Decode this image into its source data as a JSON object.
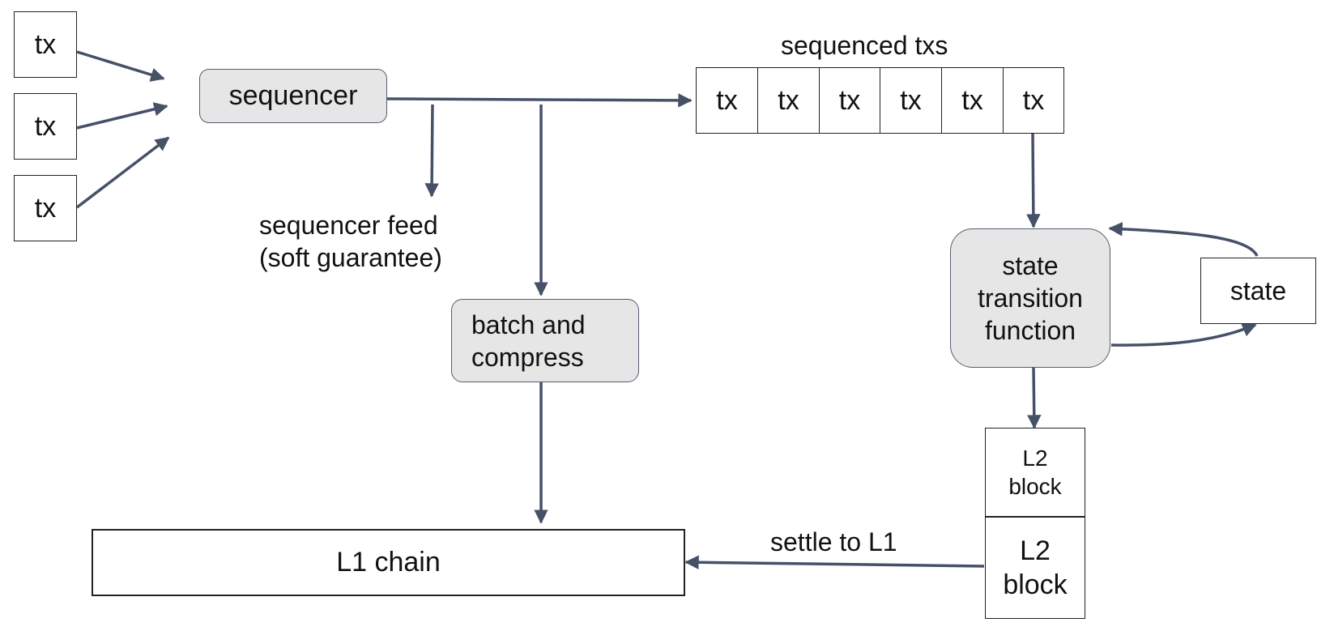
{
  "inputs": {
    "tx1": "tx",
    "tx2": "tx",
    "tx3": "tx"
  },
  "sequencer": {
    "label": "sequencer"
  },
  "sequenced": {
    "title": "sequenced txs",
    "items": [
      "tx",
      "tx",
      "tx",
      "tx",
      "tx",
      "tx"
    ]
  },
  "feed": {
    "line1": "sequencer feed",
    "line2": "(soft guarantee)"
  },
  "batch": {
    "line1": "batch and",
    "line2": "compress"
  },
  "stf": {
    "line1": "state",
    "line2": "transition",
    "line3": "function"
  },
  "state": {
    "label": "state"
  },
  "l2_block_top": {
    "line1": "L2",
    "line2": "block"
  },
  "l2_block_bottom": {
    "line1": "L2",
    "line2": "block"
  },
  "l1": {
    "label": "L1 chain"
  },
  "settle": {
    "label": "settle to L1"
  },
  "colors": {
    "arrow": "#465168",
    "node_fill": "#e6e6e6",
    "node_border": "#555e70"
  }
}
